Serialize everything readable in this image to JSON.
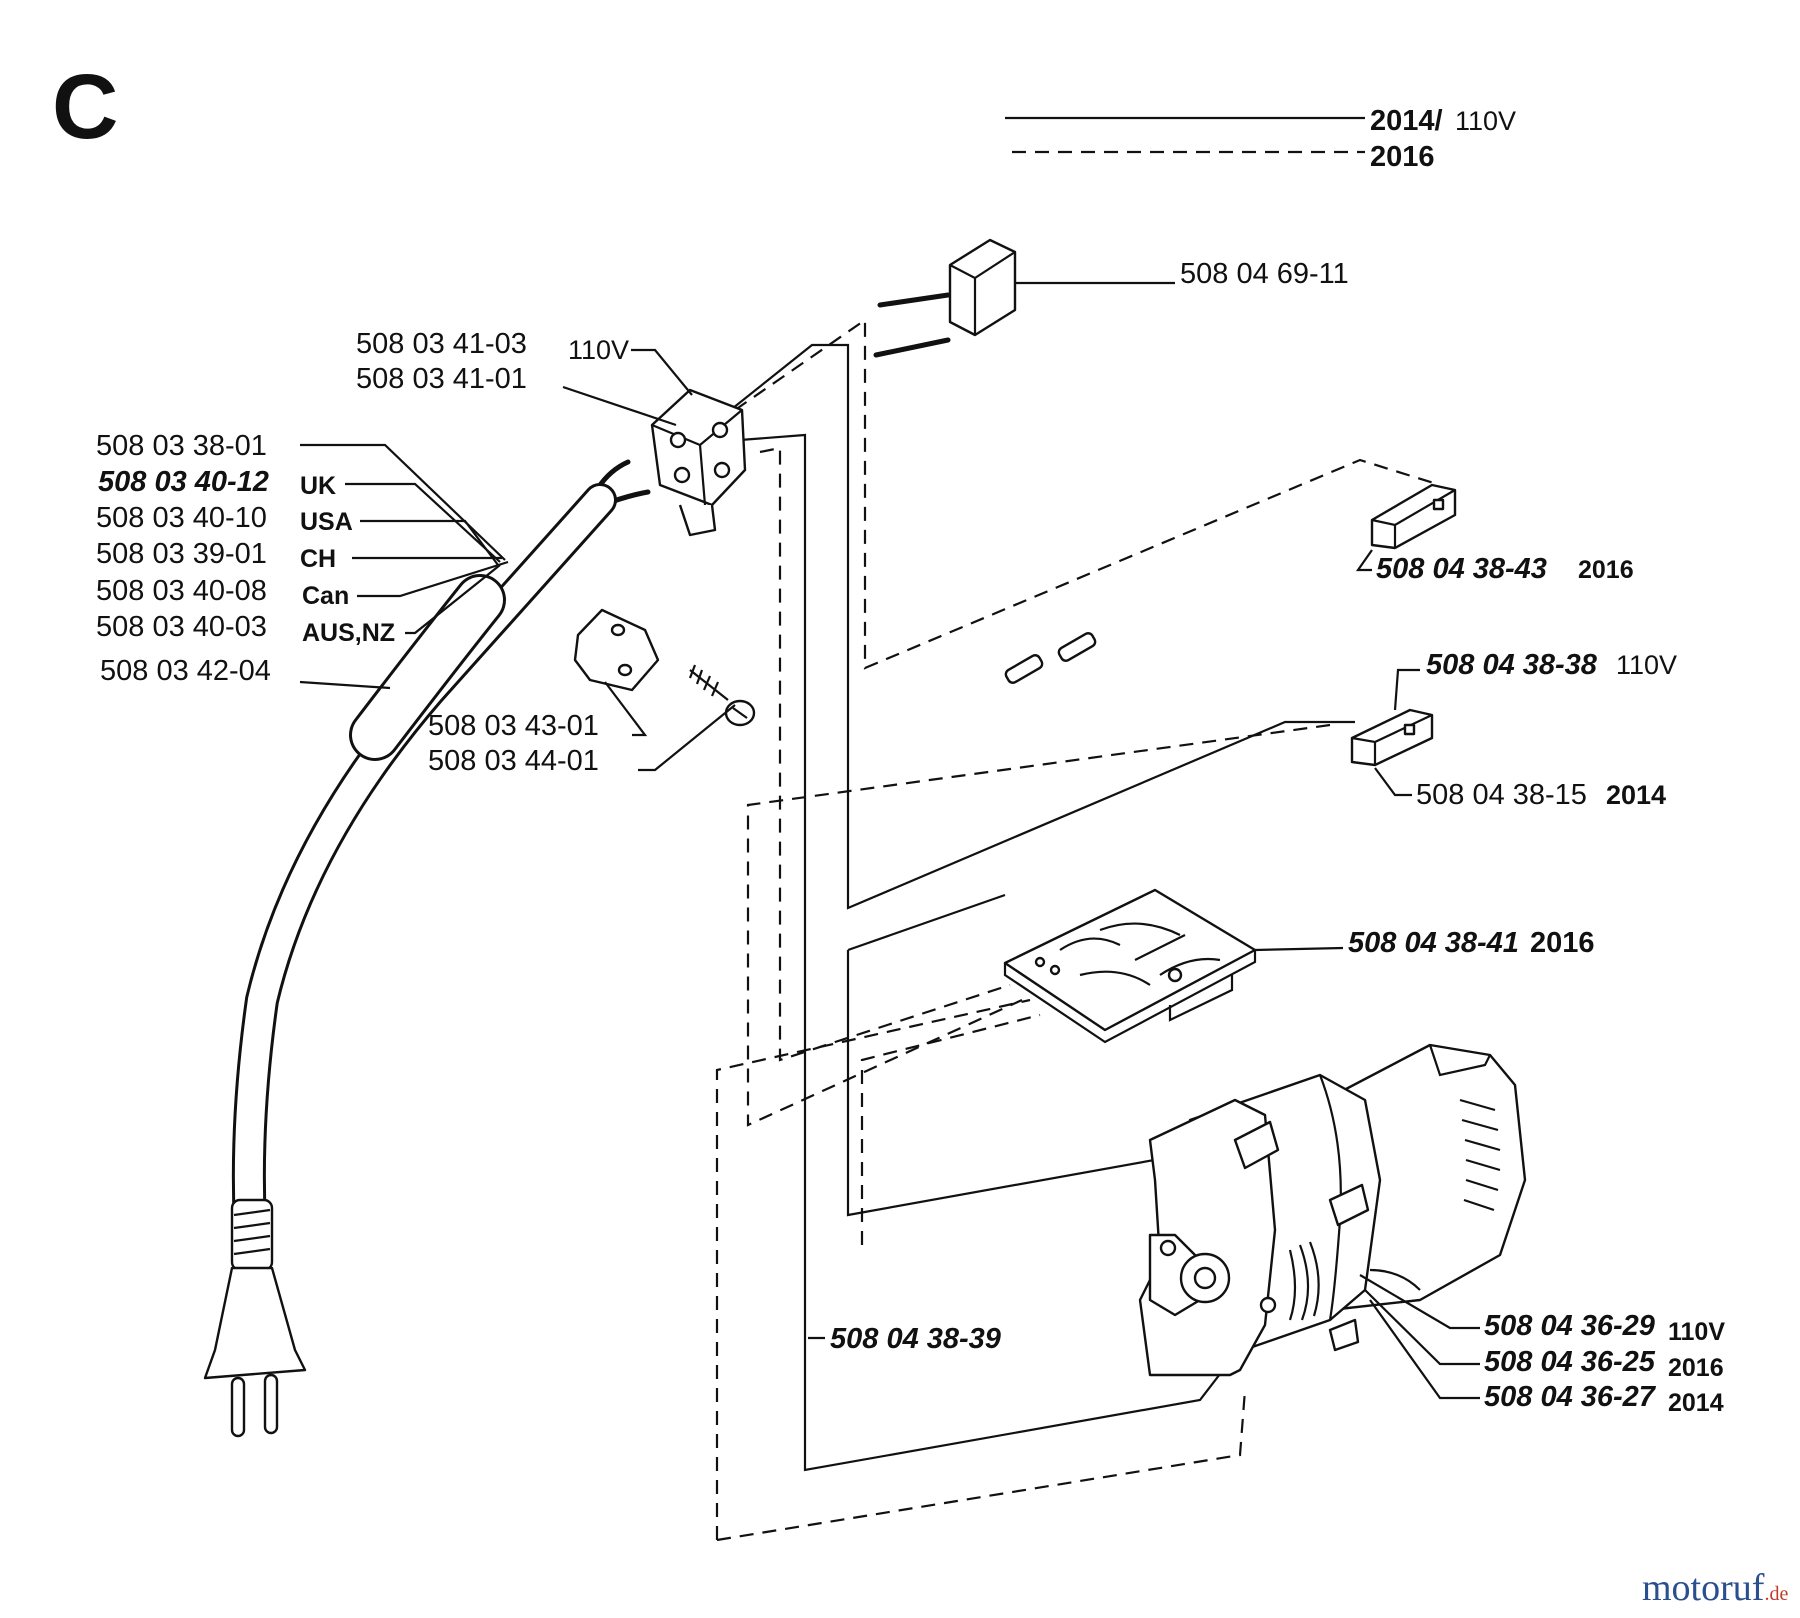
{
  "section_letter": "C",
  "legend": {
    "solid_label": "2014/",
    "solid_suffix": "110V",
    "dashed_label": "2016"
  },
  "labels": {
    "capacitor": "508 04 69-11",
    "switch_a": "508 03 41-03",
    "switch_b": "508 03 41-01",
    "switch_tag": "110V",
    "cord_1": "508 03 38-01",
    "cord_uk": "508 03 40-12",
    "cord_uk_tag": "UK",
    "cord_usa": "508 03 40-10",
    "cord_usa_tag": "USA",
    "cord_ch": "508 03 39-01",
    "cord_ch_tag": "CH",
    "cord_can": "508 03 40-08",
    "cord_can_tag": "Can",
    "cord_aus": "508 03 40-03",
    "cord_aus_tag": "AUS,NZ",
    "cord_sleeve": "508 03 42-04",
    "clamp": "508 03 43-01",
    "screw": "508 03 44-01",
    "brush_2016": "508 04 38-43",
    "brush_2016_tag": "2016",
    "brush_110": "508 04 38-38",
    "brush_110_tag": "110V",
    "brush_2014": "508 04 38-15",
    "brush_2014_tag": "2014",
    "board": "508 04 38-41",
    "board_tag": "2016",
    "wire_set": "508 04 38-39",
    "motor_110": "508 04 36-29",
    "motor_110_tag": "110V",
    "motor_2016": "508 04 36-25",
    "motor_2016_tag": "2016",
    "motor_2014": "508 04 36-27",
    "motor_2014_tag": "2014"
  },
  "watermark": {
    "text_a": "motoruf",
    "text_b": ".de",
    "color_a": "#2a4f8f",
    "color_b": "#c0392b"
  }
}
